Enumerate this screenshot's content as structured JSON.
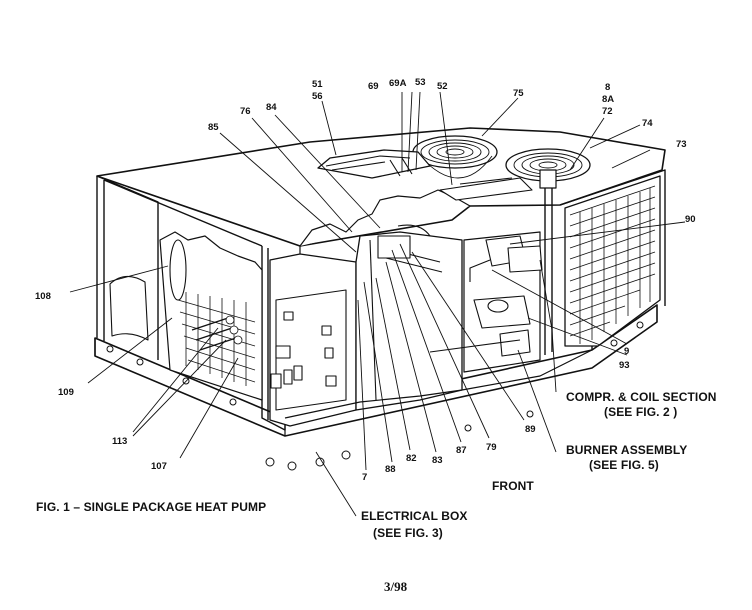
{
  "figure": {
    "title": "FIG. 1 – SINGLE PACKAGE HEAT PUMP",
    "page_number": "3/98",
    "orientation_label": "FRONT"
  },
  "callouts": {
    "compr_coil": [
      "COMPR. & COIL SECTION",
      "(SEE FIG. 2 )"
    ],
    "burner": [
      "BURNER ASSEMBLY",
      "(SEE FIG. 5)"
    ],
    "electrical": [
      "ELECTRICAL BOX",
      "(SEE FIG. 3)"
    ]
  },
  "parts": [
    {
      "id": "p51",
      "label": "51"
    },
    {
      "id": "p56",
      "label": "56"
    },
    {
      "id": "p69",
      "label": "69"
    },
    {
      "id": "p69a",
      "label": "69A"
    },
    {
      "id": "p53",
      "label": "53"
    },
    {
      "id": "p52",
      "label": "52"
    },
    {
      "id": "p75",
      "label": "75"
    },
    {
      "id": "p8",
      "label": "8"
    },
    {
      "id": "p8a",
      "label": "8A"
    },
    {
      "id": "p72",
      "label": "72"
    },
    {
      "id": "p74",
      "label": "74"
    },
    {
      "id": "p73",
      "label": "73"
    },
    {
      "id": "p76",
      "label": "76"
    },
    {
      "id": "p84",
      "label": "84"
    },
    {
      "id": "p85",
      "label": "85"
    },
    {
      "id": "p90",
      "label": "90"
    },
    {
      "id": "p108",
      "label": "108"
    },
    {
      "id": "p109",
      "label": "109"
    },
    {
      "id": "p113",
      "label": "113"
    },
    {
      "id": "p107",
      "label": "107"
    },
    {
      "id": "p7",
      "label": "7"
    },
    {
      "id": "p88",
      "label": "88"
    },
    {
      "id": "p82",
      "label": "82"
    },
    {
      "id": "p83",
      "label": "83"
    },
    {
      "id": "p87",
      "label": "87"
    },
    {
      "id": "p79",
      "label": "79"
    },
    {
      "id": "p89",
      "label": "89"
    },
    {
      "id": "p9",
      "label": "9"
    },
    {
      "id": "p93",
      "label": "93"
    }
  ]
}
